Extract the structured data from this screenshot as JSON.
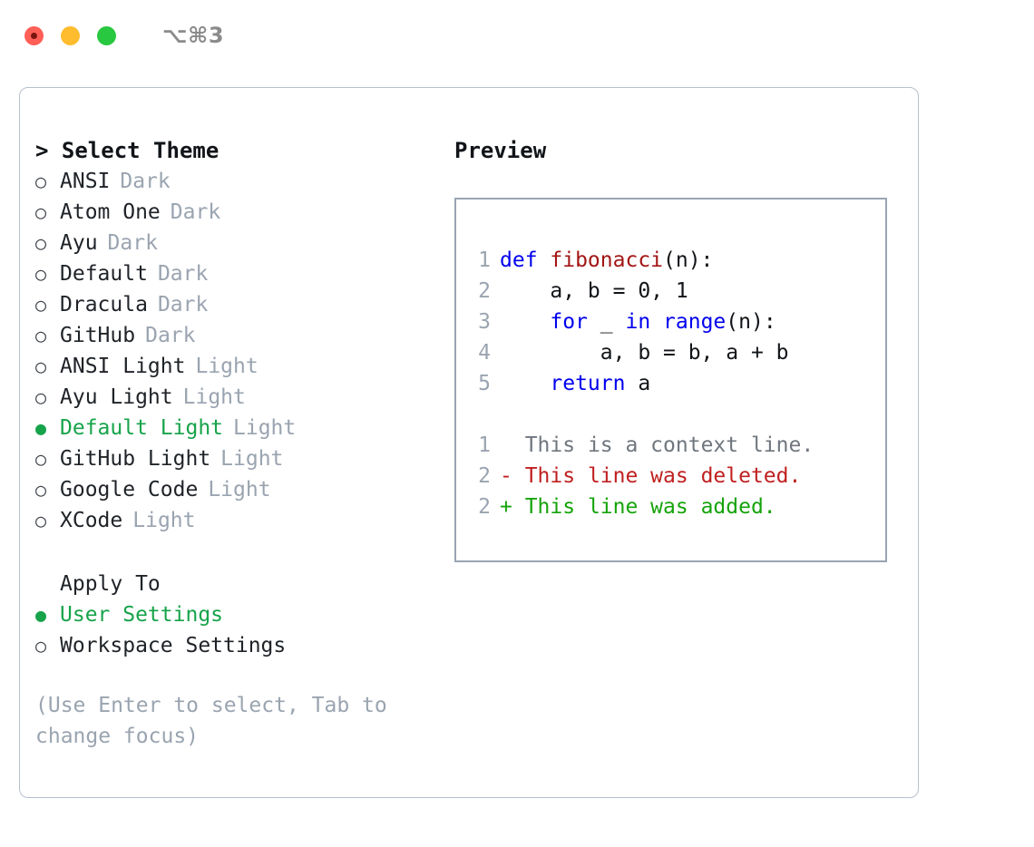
{
  "titlebar": {
    "shortcut": "⌥⌘3",
    "buttons": [
      "close",
      "minimize",
      "maximize"
    ]
  },
  "colors": {
    "accent_green": "#16a34a",
    "muted": "#9aa4b0",
    "text": "#1f2328",
    "border": "#b7c0cc",
    "preview_border": "#98a4b3",
    "keyword": "#0000ee",
    "function": "#a31515",
    "diff_added": "#16a30b",
    "diff_deleted": "#c02020",
    "light_red": "#ff5f57",
    "light_yellow": "#febc2e",
    "light_green": "#28c840"
  },
  "theme_list": {
    "heading": "> Select Theme",
    "selected_bullet": "●",
    "unselected_bullet": "○",
    "items": [
      {
        "name": "ANSI",
        "kind": "Dark",
        "selected": false
      },
      {
        "name": "Atom One",
        "kind": "Dark",
        "selected": false
      },
      {
        "name": "Ayu",
        "kind": "Dark",
        "selected": false
      },
      {
        "name": "Default",
        "kind": "Dark",
        "selected": false
      },
      {
        "name": "Dracula",
        "kind": "Dark",
        "selected": false
      },
      {
        "name": "GitHub",
        "kind": "Dark",
        "selected": false
      },
      {
        "name": "ANSI Light",
        "kind": "Light",
        "selected": false
      },
      {
        "name": "Ayu Light",
        "kind": "Light",
        "selected": false
      },
      {
        "name": "Default Light",
        "kind": "Light",
        "selected": true
      },
      {
        "name": "GitHub Light",
        "kind": "Light",
        "selected": false
      },
      {
        "name": "Google Code",
        "kind": "Light",
        "selected": false
      },
      {
        "name": "XCode",
        "kind": "Light",
        "selected": false
      }
    ]
  },
  "apply_to": {
    "heading": "Apply To",
    "items": [
      {
        "name": "User Settings",
        "selected": true
      },
      {
        "name": "Workspace Settings",
        "selected": false
      }
    ]
  },
  "hint": "(Use Enter to select, Tab to change focus)",
  "preview": {
    "heading": "Preview",
    "code_lines": [
      {
        "number": "1",
        "tokens": [
          {
            "text": "def ",
            "style": "kw"
          },
          {
            "text": "fibonacci",
            "style": "fn"
          },
          {
            "text": "(n):",
            "style": "plain"
          }
        ]
      },
      {
        "number": "2",
        "tokens": [
          {
            "text": "    a, b = 0, 1",
            "style": "plain"
          }
        ]
      },
      {
        "number": "3",
        "tokens": [
          {
            "text": "    ",
            "style": "plain"
          },
          {
            "text": "for",
            "style": "kw"
          },
          {
            "text": " _ ",
            "style": "plain"
          },
          {
            "text": "in",
            "style": "kw"
          },
          {
            "text": " ",
            "style": "plain"
          },
          {
            "text": "range",
            "style": "kw"
          },
          {
            "text": "(n):",
            "style": "plain"
          }
        ]
      },
      {
        "number": "4",
        "tokens": [
          {
            "text": "        a, b = b, a + b",
            "style": "plain"
          }
        ]
      },
      {
        "number": "5",
        "tokens": [
          {
            "text": "    ",
            "style": "plain"
          },
          {
            "text": "return",
            "style": "kw"
          },
          {
            "text": " a",
            "style": "plain"
          }
        ]
      }
    ],
    "diff_lines": [
      {
        "number": "1",
        "marker": " ",
        "text": " This is a context line.",
        "style": "ctx"
      },
      {
        "number": "2",
        "marker": "-",
        "text": " This line was deleted.",
        "style": "del"
      },
      {
        "number": "2",
        "marker": "+",
        "text": " This line was added.",
        "style": "add"
      }
    ]
  }
}
